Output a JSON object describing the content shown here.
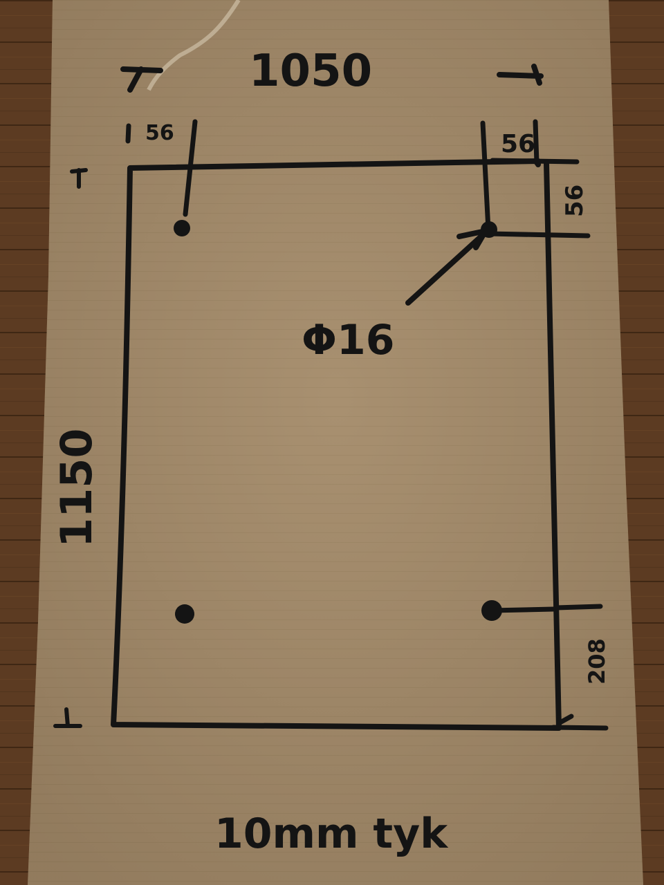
{
  "drawing": {
    "overall_width": "1050",
    "overall_height": "1150",
    "hole_diameter": "Φ16",
    "offset_top_left": "56",
    "offset_top_right": "56",
    "offset_right_top": "56",
    "offset_right_bottom": "208",
    "thickness_note": "10mm tyk"
  },
  "colors": {
    "ink": "#141414",
    "cardboard": "#a48c6c",
    "wood": "#5a3a22"
  }
}
